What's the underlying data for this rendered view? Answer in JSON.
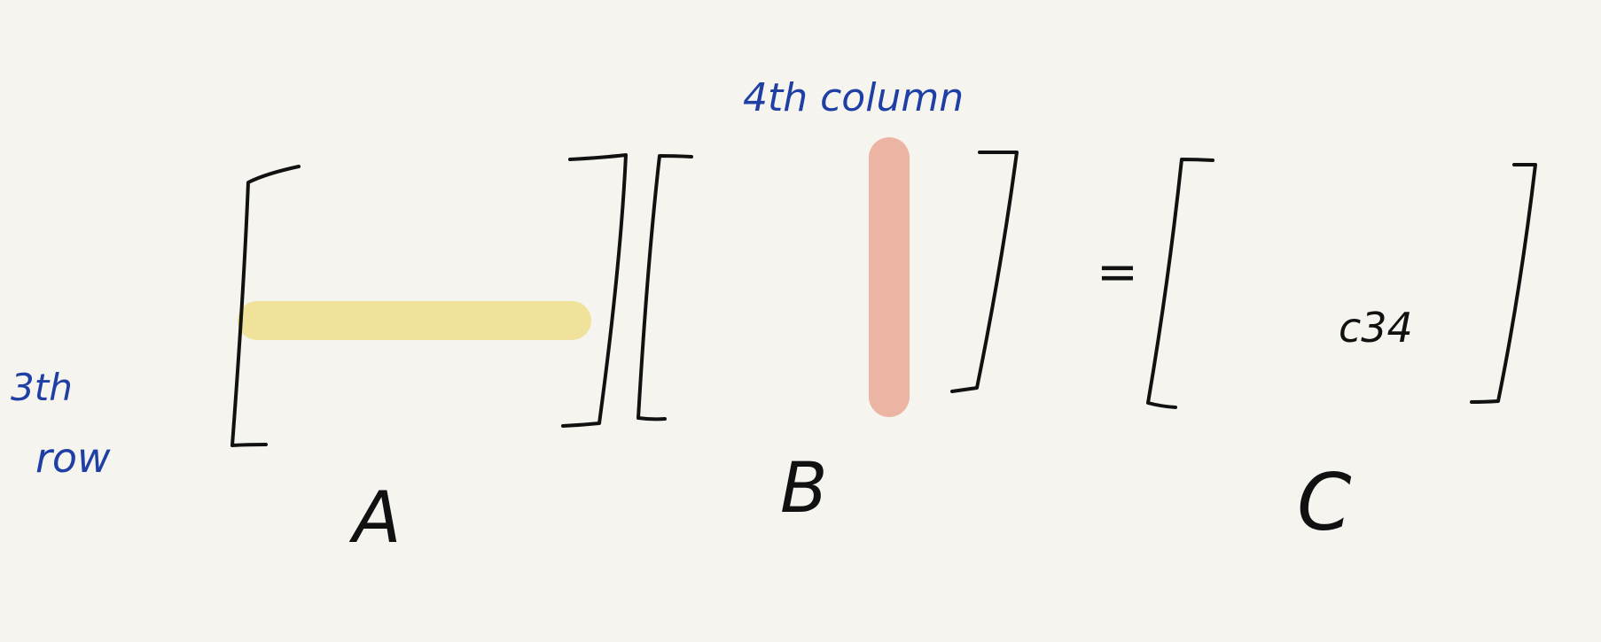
{
  "annotations": {
    "row_label_line1": "3th",
    "row_label_line2": "row",
    "column_label": "4th column"
  },
  "matrices": {
    "a_label": "A",
    "b_label": "B",
    "c_label": "C",
    "equals_sign": "=",
    "result_entry": "c34"
  },
  "colors": {
    "row_highlight": "#f0e29b",
    "column_highlight": "#ecb4a2",
    "ink": "#111111",
    "annotation_ink": "#1f3fa5",
    "paper": "#f6f4ee"
  }
}
